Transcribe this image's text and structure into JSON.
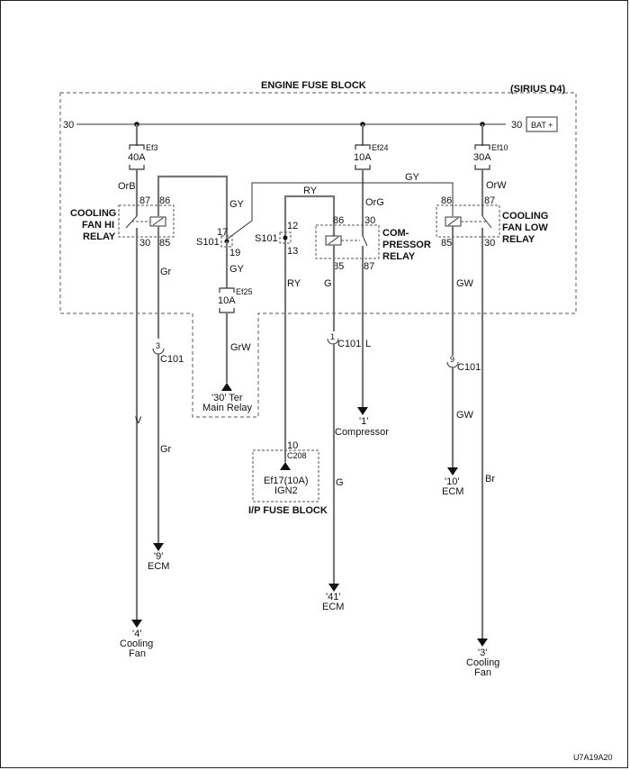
{
  "diagram": {
    "title": "ENGINE FUSE BLOCK",
    "model": "(SIRIUS D4)",
    "figure_id": "U7A19A20",
    "bus": {
      "left_label": "30",
      "right_label": "30",
      "battery_label": "BAT +"
    },
    "fuses": [
      {
        "id": "Ef3",
        "rating": "40A"
      },
      {
        "id": "Ef24",
        "rating": "10A"
      },
      {
        "id": "Ef10",
        "rating": "30A"
      },
      {
        "id": "Ef25",
        "rating": "10A"
      }
    ],
    "relays": {
      "hi": {
        "label_lines": [
          "COOLING",
          "FAN HI",
          "RELAY"
        ],
        "pins": {
          "p87": "87",
          "p86": "86",
          "p30": "30",
          "p85": "85"
        }
      },
      "comp": {
        "label_lines": [
          "COM-",
          "PRESSOR",
          "RELAY"
        ],
        "pins": {
          "p86": "86",
          "p30": "30",
          "p85": "85",
          "p87": "87"
        }
      },
      "low": {
        "label_lines": [
          "COOLING",
          "FAN LOW",
          "RELAY"
        ],
        "pins": {
          "p86": "86",
          "p87": "87",
          "p85": "85",
          "p30": "30"
        }
      }
    },
    "splices": [
      {
        "id": "S101",
        "pin_top": "17",
        "pin_bottom": "19"
      },
      {
        "id": "S101",
        "pin_top": "12",
        "pin_bottom": "13"
      }
    ],
    "wire_colors": {
      "orb": "OrB",
      "gy_top": "GY",
      "gy_upper": "GY",
      "gy_lower": "GY",
      "ry_top": "RY",
      "ry_lower": "RY",
      "org": "OrG",
      "orw": "OrW",
      "gr_upper": "Gr",
      "gr_lower": "Gr",
      "grw": "GrW",
      "g_upper": "G",
      "g_lower": "G",
      "l": "L",
      "gw_upper": "GW",
      "gw_lower": "GW",
      "v": "V",
      "br": "Br"
    },
    "connectors": [
      {
        "pin": "3",
        "id": "C101"
      },
      {
        "pin": "1",
        "id": "C101"
      },
      {
        "pin": "9",
        "id": "C101"
      }
    ],
    "c208": {
      "pin": "10",
      "id": "C208"
    },
    "ip_fuse_block": {
      "lines": [
        "Ef17(10A)",
        "IGN2"
      ],
      "title": "I/P FUSE BLOCK"
    },
    "main_relay": {
      "lines": [
        "'30' Ter",
        "Main Relay"
      ]
    },
    "destinations": [
      {
        "pin": "'4'",
        "lines": [
          "Cooling",
          "Fan"
        ]
      },
      {
        "pin": "'9'",
        "lines": [
          "ECM"
        ]
      },
      {
        "pin": "'1'",
        "lines": [
          "Compressor"
        ]
      },
      {
        "pin": "'41'",
        "lines": [
          "ECM"
        ]
      },
      {
        "pin": "'10'",
        "lines": [
          "ECM"
        ]
      },
      {
        "pin": "'3'",
        "lines": [
          "Cooling",
          "Fan"
        ]
      }
    ]
  }
}
